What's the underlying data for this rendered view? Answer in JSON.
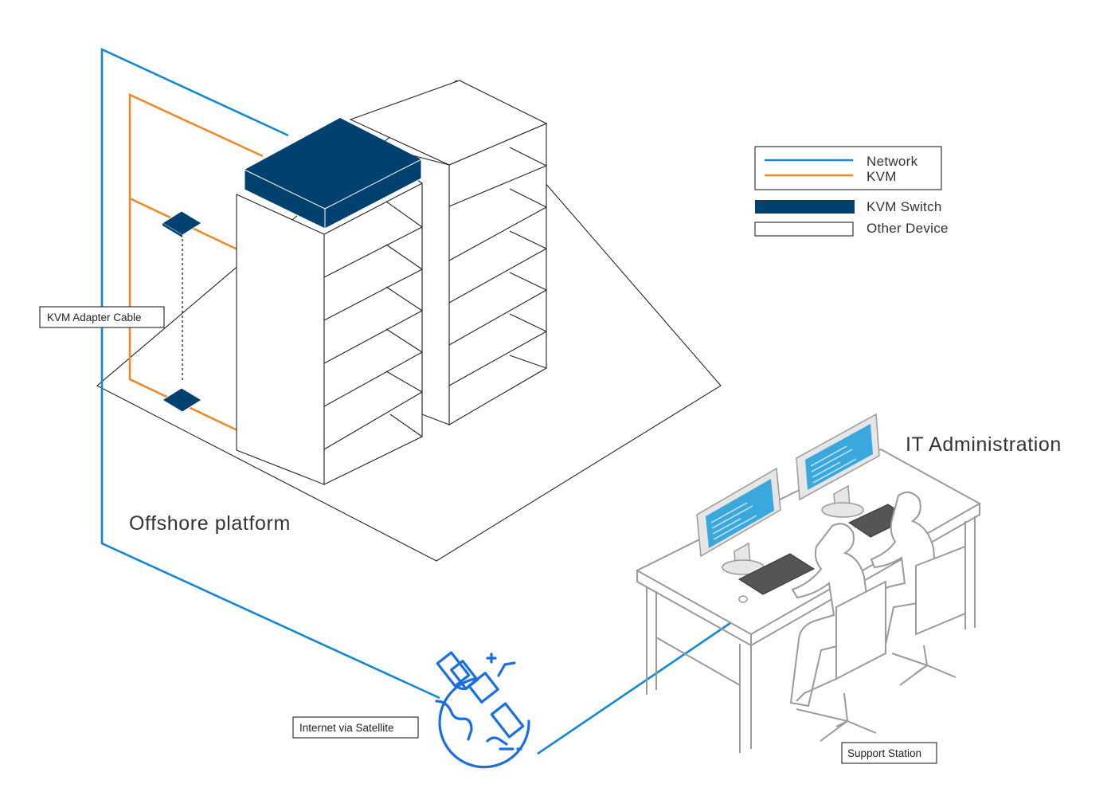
{
  "labels": {
    "kvm_adapter_cable": "KVM  Adapter Cable",
    "offshore_platform": "Offshore platform",
    "it_administration": "IT Administration",
    "internet_via_satellite": "Internet via  Satellite",
    "support_station": "Support Station"
  },
  "legend": {
    "network": "Network",
    "kvm": "KVM",
    "kvm_switch": "KVM Switch",
    "other_device": "Other Device"
  },
  "colors": {
    "network_line": "#1288d0",
    "kvm_line": "#ec8a2a",
    "kvm_switch_fill": "#00416f",
    "satellite_icon": "#1a6fe0",
    "screen": "#3aa7dd"
  },
  "icons": {
    "satellite": "satellite-globe-icon"
  }
}
